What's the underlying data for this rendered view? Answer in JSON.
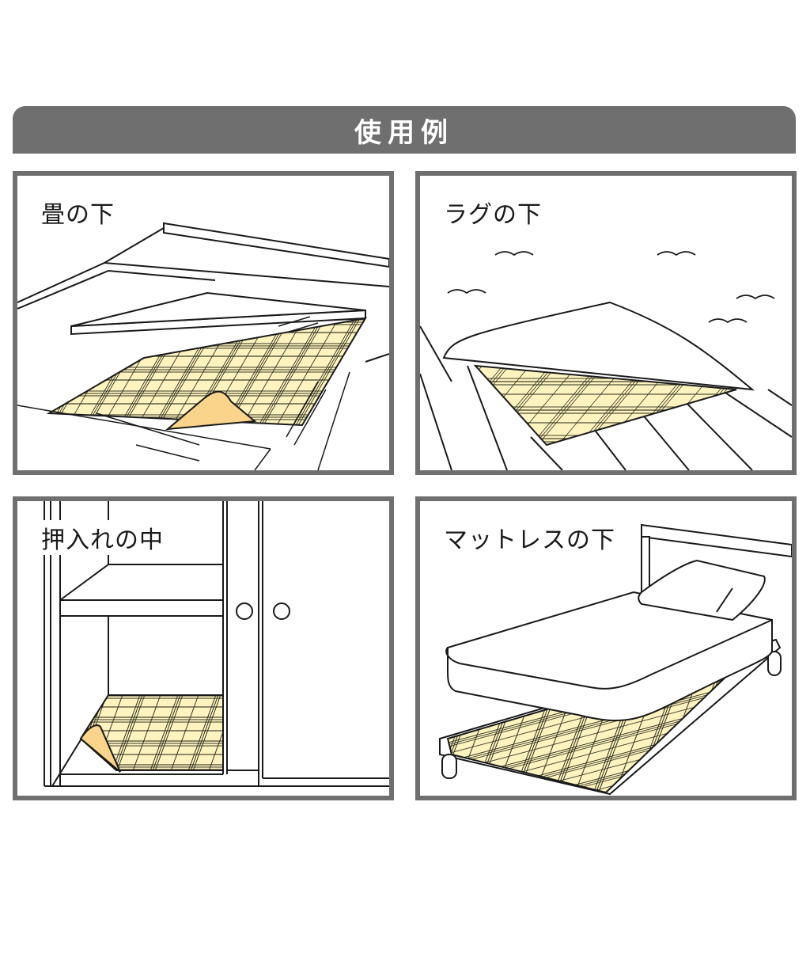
{
  "header": {
    "title": "使用例"
  },
  "panels": [
    {
      "label": "畳の下"
    },
    {
      "label": "ラグの下"
    },
    {
      "label": "押入れの中"
    },
    {
      "label": "マットレスの下"
    }
  ],
  "colors": {
    "header_bg": "#6f6f6f",
    "frame": "#6f6f6f",
    "mat_fill": "#fdf3bf",
    "mat_back": "#f9d48a",
    "line": "#1a1a1a"
  }
}
